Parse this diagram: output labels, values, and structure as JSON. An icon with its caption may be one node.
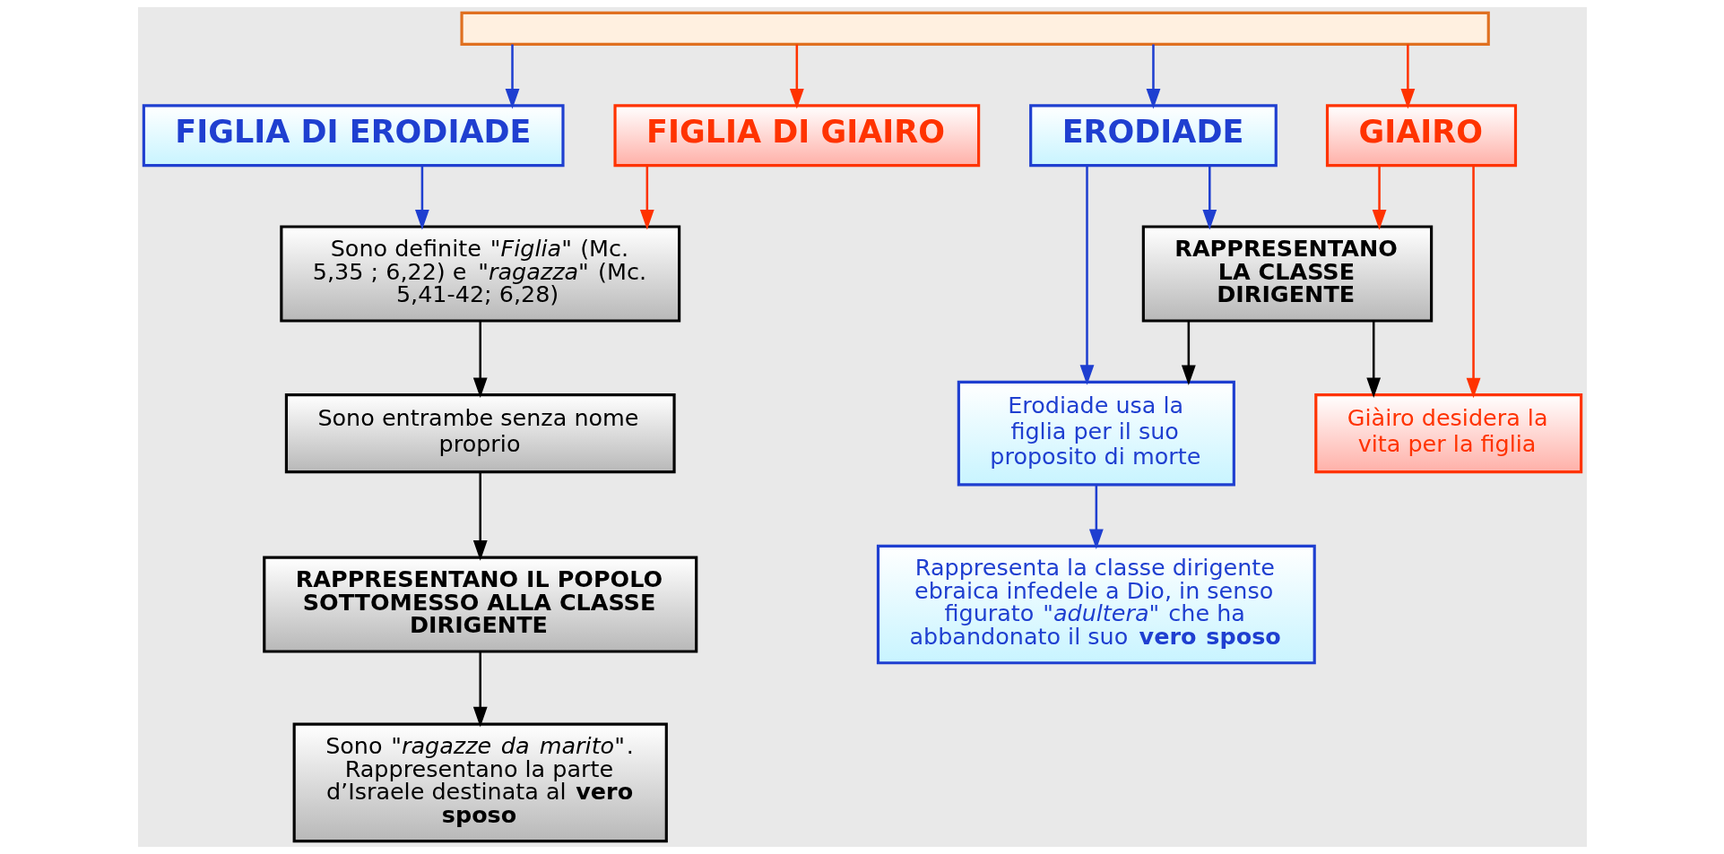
{
  "diagram": {
    "nodes": [
      {
        "text": [],
        "shape": "box"
      },
      {
        "text": [
          "FIGLIA DI ERODIADE"
        ]
      },
      {
        "text": [
          "FIGLIA DI GIAIRO"
        ]
      },
      {
        "text": [
          "ERODIADE"
        ]
      },
      {
        "text": [
          "GIAIRO"
        ]
      },
      {
        "text": [
          "Sono definite *\"Figlia\"* (Mc. 5,35 ; 6,22) e *\"ragazza\"* (Mc. 5,41-42; 6,28)"
        ]
      },
      {
        "text": [
          "Sono entrambe senza nome proprio"
        ]
      },
      {
        "text": [
          "RAPPRESENTANO IL POPOLO SOTTOMESSO ALLA CLASSE DIRIGENTE"
        ]
      },
      {
        "text": [
          "Sono *\"ragazze da marito\"*. Rappresentano la parte d’Israele destinata al **vero sposo**"
        ]
      },
      {
        "text": [
          "RAPPRESENTANO LA CLASSE DIRIGENTE"
        ]
      },
      {
        "text": [
          "Erodiade usa la figlia per il suo proposito di morte"
        ]
      },
      {
        "text": [
          "Giàiro desidera la vita per la figlia"
        ]
      },
      {
        "text": [
          "Rappresenta la classe dirigente ebraica infedele a Dio, in senso figurato *\"adultera\"* che ha abbandonato il suo **vero sposo**"
        ]
      }
    ],
    "edges": [
      {
        "from": 0,
        "to": 1,
        "arrow": "to",
        "color": "#1f3fd0"
      },
      {
        "from": 0,
        "to": 2,
        "arrow": "to",
        "color": "#ff3300"
      },
      {
        "from": 0,
        "to": 3,
        "arrow": "to",
        "color": "#1f3fd0"
      },
      {
        "from": 0,
        "to": 4,
        "arrow": "to",
        "color": "#ff3300"
      },
      {
        "from": 1,
        "to": 5,
        "arrow": "to",
        "color": "#1f3fd0"
      },
      {
        "from": 2,
        "to": 5,
        "arrow": "to",
        "color": "#ff3300"
      },
      {
        "from": 5,
        "to": 6,
        "arrow": "to",
        "color": "#000000"
      },
      {
        "from": 6,
        "to": 7,
        "arrow": "to",
        "color": "#000000"
      },
      {
        "from": 7,
        "to": 8,
        "arrow": "to",
        "color": "#000000"
      },
      {
        "from": 3,
        "to": 10,
        "arrow": "to",
        "color": "#1f3fd0"
      },
      {
        "from": 3,
        "to": 9,
        "arrow": "to",
        "color": "#1f3fd0"
      },
      {
        "from": 4,
        "to": 9,
        "arrow": "to",
        "color": "#ff3300"
      },
      {
        "from": 4,
        "to": 11,
        "arrow": "to",
        "color": "#ff3300"
      },
      {
        "from": 9,
        "to": 10,
        "arrow": "to",
        "color": "#000000"
      },
      {
        "from": 9,
        "to": 11,
        "arrow": "to",
        "color": "#000000"
      },
      {
        "from": 10,
        "to": 12,
        "arrow": "to",
        "color": "#1f3fd0"
      }
    ]
  }
}
